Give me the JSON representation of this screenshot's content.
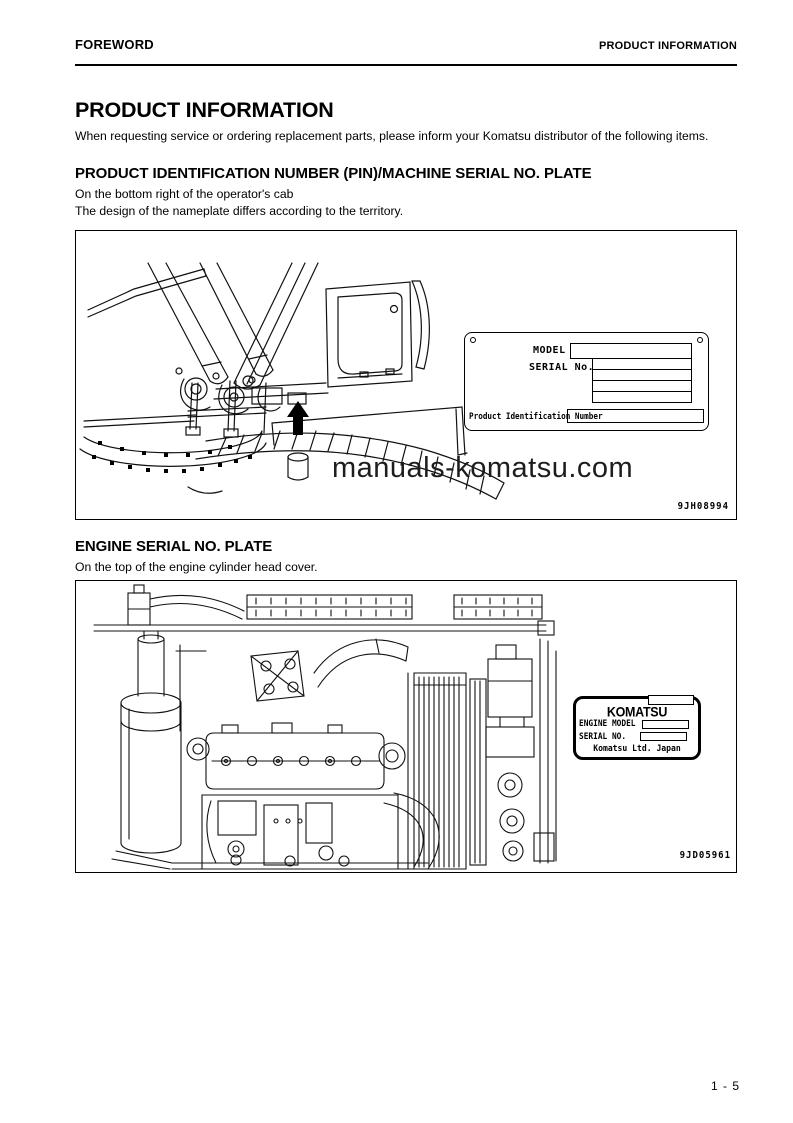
{
  "page": {
    "header": {
      "left": "FOREWORD",
      "right": "PRODUCT INFORMATION"
    },
    "footer": {
      "page_number": "1 - 5"
    }
  },
  "title": "PRODUCT INFORMATION",
  "intro": "When requesting service or ordering replacement parts, please inform your Komatsu distributor of the following items.",
  "sections": [
    {
      "heading": "PRODUCT IDENTIFICATION NUMBER (PIN)/MACHINE SERIAL NO. PLATE",
      "lines": [
        "On the bottom right of the operator's cab",
        "The design of the nameplate differs according to the territory."
      ],
      "figure": {
        "code": "9JH08994",
        "watermark": "manuals-komatsu.com",
        "plate": {
          "model_label": "MODEL",
          "serial_label": "SERIAL No.",
          "pin_label": "Product Identification Number"
        }
      }
    },
    {
      "heading": "ENGINE SERIAL NO. PLATE",
      "lines": [
        "On the top of the engine cylinder head cover."
      ],
      "figure": {
        "code": "9JD05961",
        "plate": {
          "brand": "KOMATSU",
          "engine_model_label": "ENGINE MODEL",
          "serial_label": "SERIAL NO.",
          "footer": "Komatsu Ltd. Japan"
        }
      }
    }
  ]
}
